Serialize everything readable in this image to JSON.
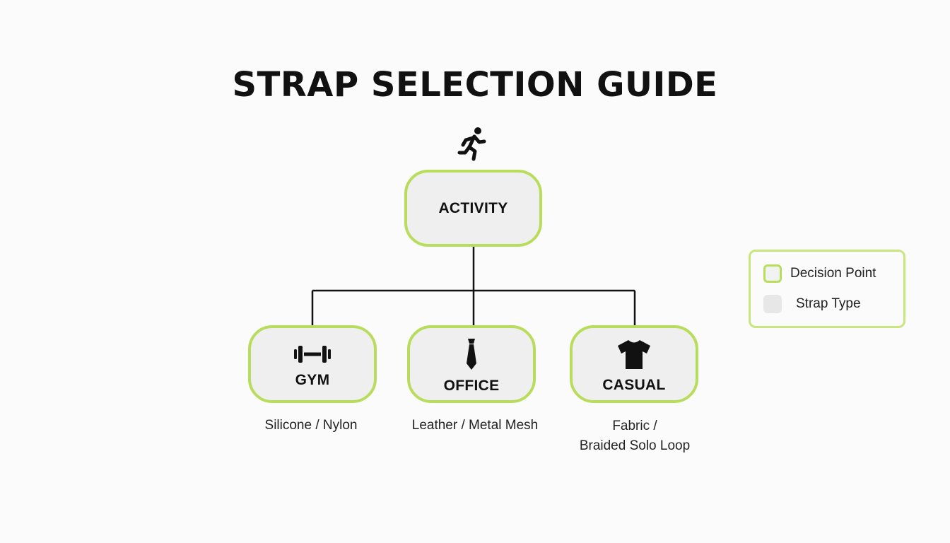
{
  "title": "STRAP SELECTION GUIDE",
  "colors": {
    "decision_border": "#b8dd5c",
    "node_fill": "#efefef",
    "connector": "#111111"
  },
  "root": {
    "label": "ACTIVITY",
    "icon": "running-person-icon"
  },
  "options": [
    {
      "label": "GYM",
      "icon": "dumbbell-icon",
      "strap_lines": [
        "Silicone / Nylon"
      ]
    },
    {
      "label": "OFFICE",
      "icon": "necktie-icon",
      "strap_lines": [
        "Leather / Metal Mesh"
      ]
    },
    {
      "label": "CASUAL",
      "icon": "tshirt-icon",
      "strap_lines": [
        "Fabric /",
        "Braided Solo Loop"
      ]
    }
  ],
  "legend": [
    {
      "label": "Decision Point",
      "swatch": "decision"
    },
    {
      "label": "Strap Type",
      "swatch": "strap"
    }
  ]
}
